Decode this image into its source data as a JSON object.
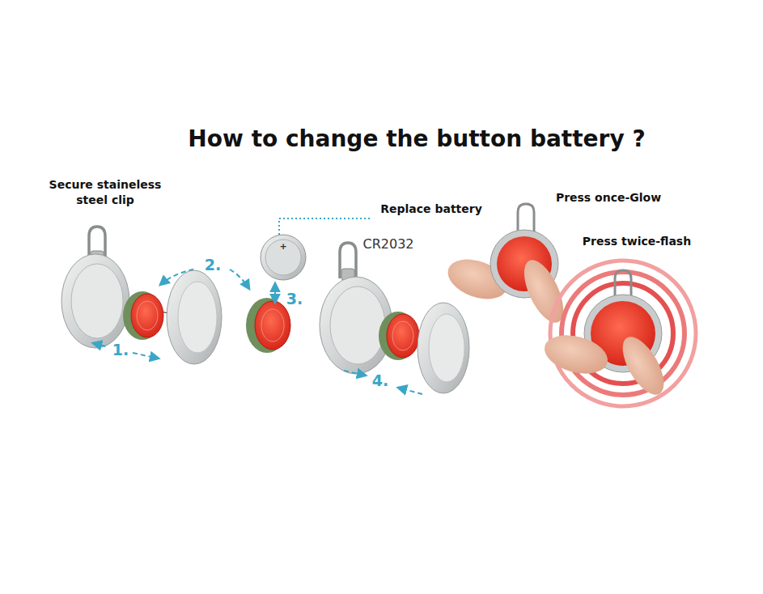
{
  "diagram": {
    "title": "How to change the button battery ?",
    "labels": [
      "Secure staineless steel clip",
      "2.",
      "Replace battery",
      "+",
      "CR2032",
      "3.",
      "1.",
      "4.",
      "Press once-Glow",
      "Press twice-flash"
    ]
  }
}
